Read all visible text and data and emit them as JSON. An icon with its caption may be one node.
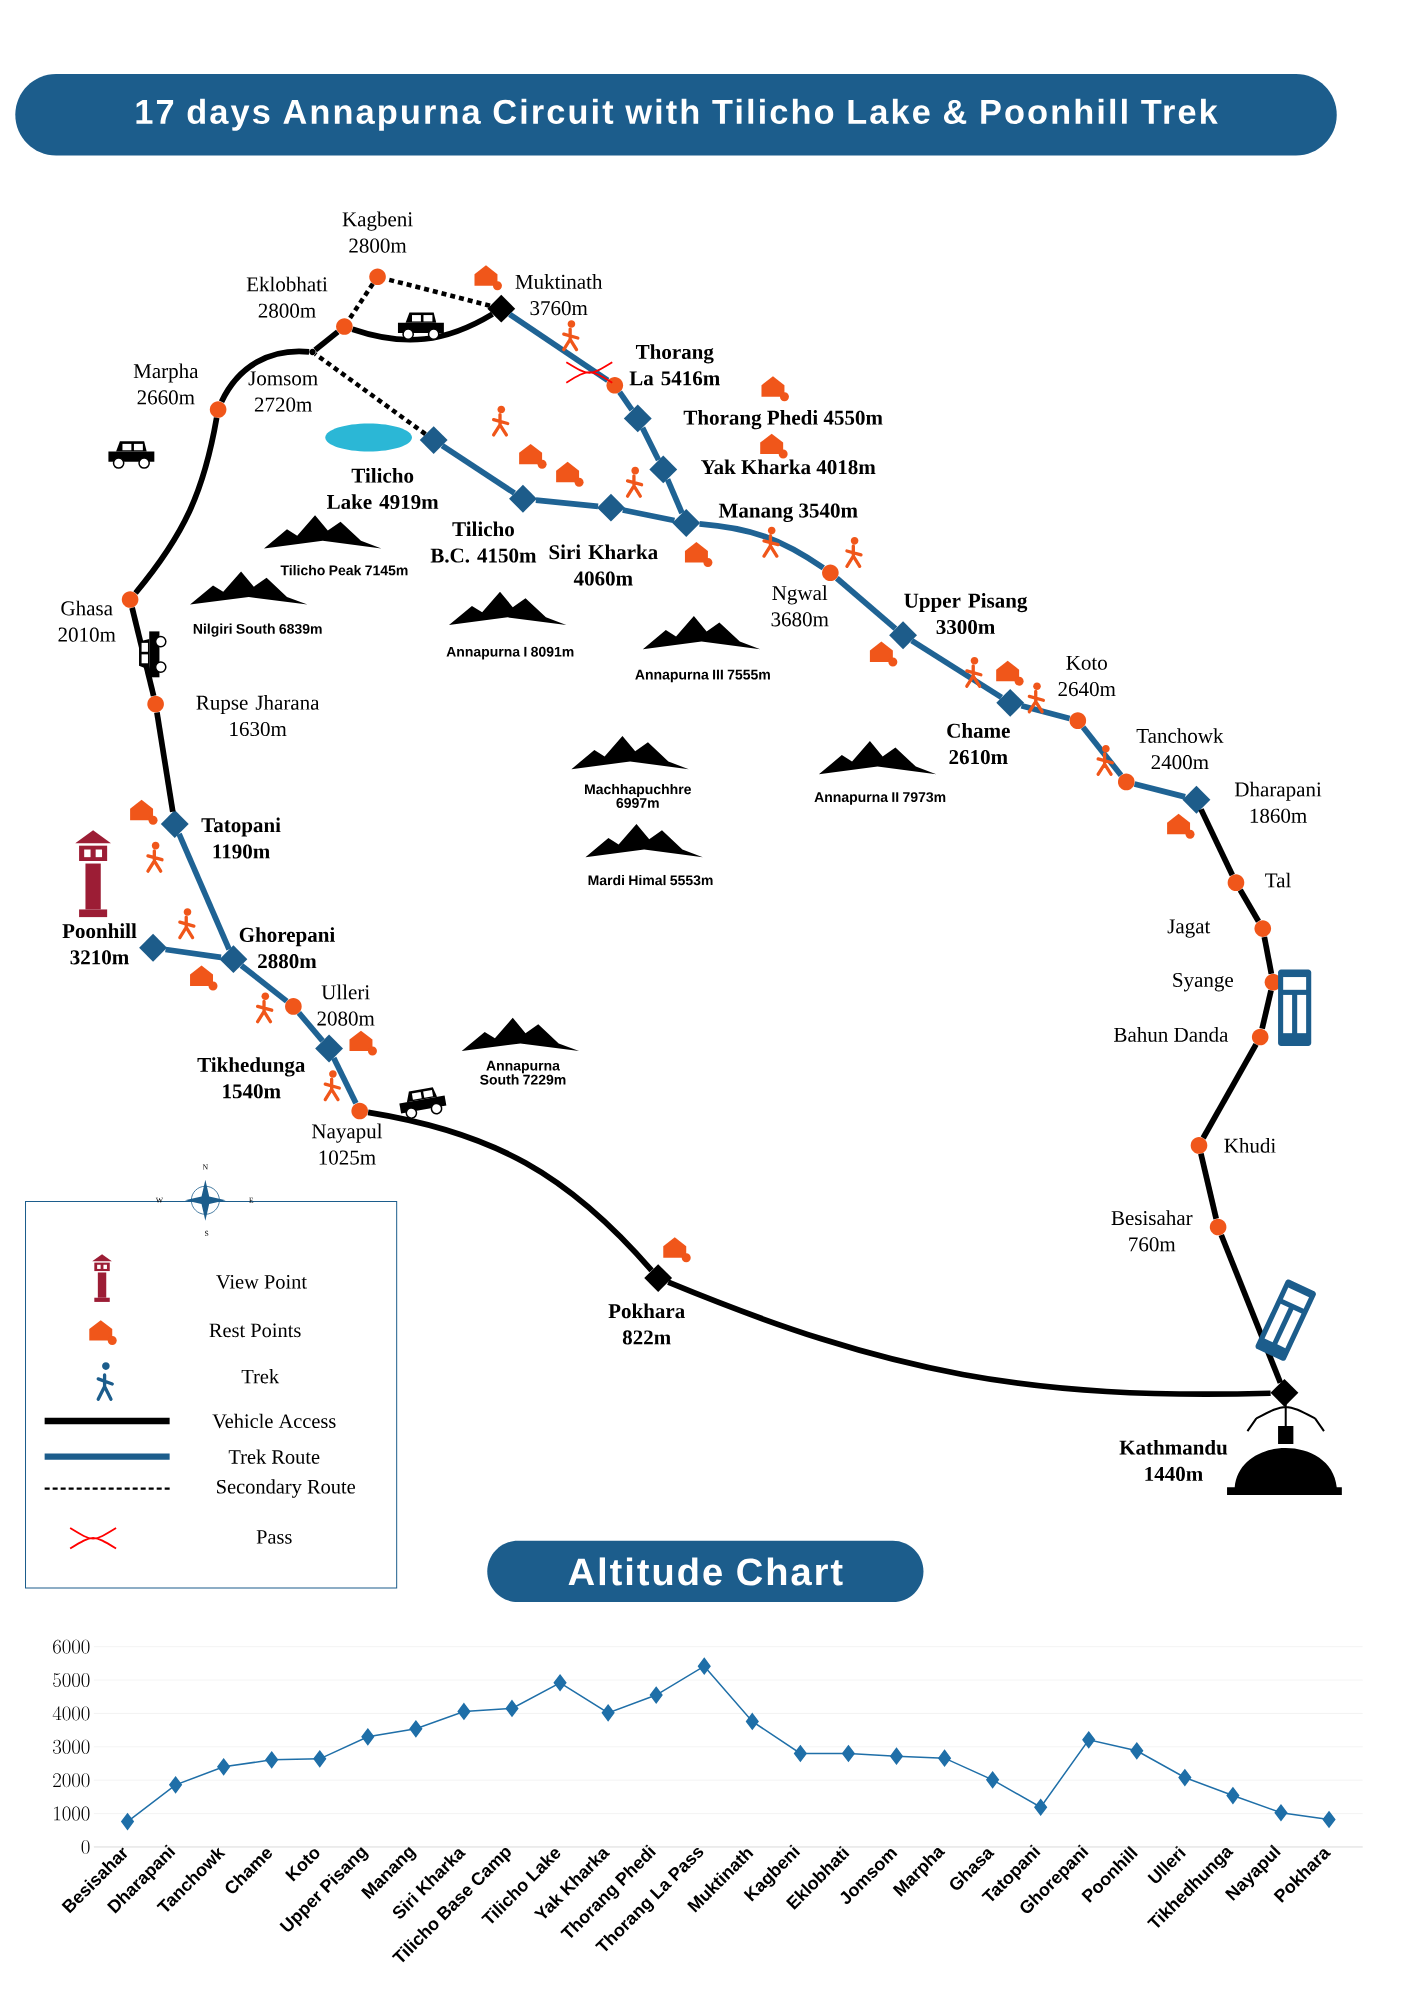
{
  "diagram": {
    "title": "17 days Annapurna Circuit with Tilicho Lake & Poonhill Trek",
    "nodes": [
      {
        "text": [],
        "shape": "diamond",
        "beside": [
          "Kathmandu 1440m"
        ]
      },
      {
        "text": [],
        "shape": "circle",
        "beside": [
          "Besisahar 760m"
        ]
      },
      {
        "text": [],
        "shape": "circle",
        "beside": [
          "Khudi"
        ]
      },
      {
        "text": [],
        "shape": "circle",
        "beside": [
          "Bahun Danda"
        ]
      },
      {
        "text": [],
        "shape": "circle",
        "beside": [
          "Syange"
        ]
      },
      {
        "text": [],
        "shape": "circle",
        "beside": [
          "Jagat"
        ]
      },
      {
        "text": [],
        "shape": "circle",
        "beside": [
          "Tal"
        ]
      },
      {
        "text": [],
        "shape": "diamond",
        "beside": [
          "Dharapani 1860m"
        ]
      },
      {
        "text": [],
        "shape": "circle",
        "beside": [
          "Tanchowk 2400m"
        ]
      },
      {
        "text": [],
        "shape": "circle",
        "beside": [
          "Koto 2640m"
        ]
      },
      {
        "text": [],
        "shape": "diamond",
        "beside": [
          "Chame 2610m"
        ]
      },
      {
        "text": [],
        "shape": "diamond",
        "beside": [
          "Upper Pisang 3300m"
        ]
      },
      {
        "text": [],
        "shape": "circle",
        "beside": [
          "Ngwal 3680m"
        ]
      },
      {
        "text": [],
        "shape": "diamond",
        "beside": [
          "Manang 3540m"
        ]
      },
      {
        "text": [],
        "shape": "diamond",
        "beside": [
          "Siri Kharka 4060m"
        ]
      },
      {
        "text": [],
        "shape": "diamond",
        "beside": [
          "Tilicho B.C. 4150m"
        ]
      },
      {
        "text": [],
        "shape": "diamond",
        "beside": [
          "Tilicho Lake 4919m"
        ]
      },
      {
        "text": [],
        "shape": "diamond",
        "beside": [
          "Yak Kharka 4018m"
        ]
      },
      {
        "text": [],
        "shape": "diamond",
        "beside": [
          "Thorang Phedi 4550m"
        ]
      },
      {
        "text": [],
        "shape": "circle",
        "beside": [
          "Thorang La 5416m"
        ]
      },
      {
        "text": [],
        "shape": "diamond",
        "beside": [
          "Muktinath 3760m"
        ]
      },
      {
        "text": [],
        "shape": "circle",
        "beside": [
          "Kagbeni 2800m"
        ]
      },
      {
        "text": [],
        "shape": "circle",
        "beside": [
          "Eklobhati 2800m"
        ]
      },
      {
        "text": [],
        "shape": "dot",
        "beside": [
          "Jomsom 2720m"
        ]
      },
      {
        "text": [],
        "shape": "circle",
        "beside": [
          "Marpha 2660m"
        ]
      },
      {
        "text": [],
        "shape": "circle",
        "beside": [
          "Ghasa 2010m"
        ]
      },
      {
        "text": [],
        "shape": "circle",
        "beside": [
          "Rupse Jharana 1630m"
        ]
      },
      {
        "text": [],
        "shape": "diamond",
        "beside": [
          "Tatopani 1190m"
        ]
      },
      {
        "text": [],
        "shape": "diamond",
        "beside": [
          "Ghorepani 2880m"
        ]
      },
      {
        "text": [],
        "shape": "diamond",
        "beside": [
          "Poonhill 3210m"
        ]
      },
      {
        "text": [],
        "shape": "circle",
        "beside": [
          "Ulleri 2080m"
        ]
      },
      {
        "text": [],
        "shape": "diamond",
        "beside": [
          "Tikhedunga 1540m"
        ]
      },
      {
        "text": [],
        "shape": "circle",
        "beside": [
          "Nayapul 1025m"
        ]
      },
      {
        "text": [],
        "shape": "diamond",
        "beside": [
          "Pokhara 822m"
        ]
      }
    ],
    "edges": [
      {
        "from": 0,
        "to": 1,
        "arrow": "none"
      },
      {
        "from": 1,
        "to": 2,
        "arrow": "none"
      },
      {
        "from": 2,
        "to": 3,
        "arrow": "none"
      },
      {
        "from": 3,
        "to": 4,
        "arrow": "none"
      },
      {
        "from": 4,
        "to": 5,
        "arrow": "none"
      },
      {
        "from": 5,
        "to": 6,
        "arrow": "none"
      },
      {
        "from": 6,
        "to": 7,
        "arrow": "none"
      },
      {
        "from": 7,
        "to": 8,
        "arrow": "none",
        "color": "#1f6394"
      },
      {
        "from": 8,
        "to": 9,
        "arrow": "none",
        "color": "#1f6394"
      },
      {
        "from": 9,
        "to": 10,
        "arrow": "none",
        "color": "#1f6394"
      },
      {
        "from": 10,
        "to": 11,
        "arrow": "none",
        "color": "#1f6394"
      },
      {
        "from": 11,
        "to": 12,
        "arrow": "none",
        "color": "#1f6394"
      },
      {
        "from": 12,
        "to": 13,
        "arrow": "none",
        "color": "#1f6394"
      },
      {
        "from": 13,
        "to": 14,
        "arrow": "none",
        "color": "#1f6394"
      },
      {
        "from": 14,
        "to": 15,
        "arrow": "none",
        "color": "#1f6394"
      },
      {
        "from": 15,
        "to": 16,
        "arrow": "none",
        "color": "#1f6394"
      },
      {
        "from": 16,
        "to": 23,
        "arrow": "none",
        "style": "dashed"
      },
      {
        "from": 13,
        "to": 17,
        "arrow": "none",
        "color": "#1f6394"
      },
      {
        "from": 17,
        "to": 18,
        "arrow": "none",
        "color": "#1f6394"
      },
      {
        "from": 18,
        "to": 19,
        "arrow": "none",
        "color": "#1f6394"
      },
      {
        "from": 19,
        "to": 20,
        "arrow": "none",
        "color": "#1f6394"
      },
      {
        "from": 20,
        "to": 21,
        "arrow": "none",
        "style": "dashed"
      },
      {
        "from": 21,
        "to": 22,
        "arrow": "none",
        "style": "dashed"
      },
      {
        "from": 20,
        "to": 22,
        "arrow": "none"
      },
      {
        "from": 22,
        "to": 23,
        "arrow": "none"
      },
      {
        "from": 23,
        "to": 24,
        "arrow": "none"
      },
      {
        "from": 24,
        "to": 25,
        "arrow": "none"
      },
      {
        "from": 25,
        "to": 26,
        "arrow": "none"
      },
      {
        "from": 26,
        "to": 27,
        "arrow": "none"
      },
      {
        "from": 27,
        "to": 28,
        "arrow": "none",
        "color": "#1f6394"
      },
      {
        "from": 28,
        "to": 29,
        "arrow": "none",
        "color": "#1f6394"
      },
      {
        "from": 28,
        "to": 30,
        "arrow": "none",
        "color": "#1f6394"
      },
      {
        "from": 30,
        "to": 31,
        "arrow": "none",
        "color": "#1f6394"
      },
      {
        "from": 31,
        "to": 32,
        "arrow": "none",
        "color": "#1f6394"
      },
      {
        "from": 32,
        "to": 33,
        "arrow": "none"
      },
      {
        "from": 33,
        "to": 0,
        "arrow": "none"
      }
    ],
    "labels": [
      "Tilicho Peak 7145m",
      "Nilgiri South 6839m",
      "Annapurna I 8091m",
      "Annapurna III 7555m",
      "Machhapuchhre 6997m",
      "Annapurna II 7973m",
      "Mardi Himal 5553m",
      "Annapurna South 7229m",
      "N",
      "W",
      "E",
      "S"
    ],
    "legend": [
      {
        "text": "View Point"
      },
      {
        "text": "Rest Points"
      },
      {
        "text": "Trek"
      },
      {
        "text": "Vehicle Access"
      },
      {
        "text": "Trek Route"
      },
      {
        "text": "Secondary Route"
      },
      {
        "text": "Pass"
      }
    ],
    "chart_data": {
      "type": "line",
      "title": "Altitude Chart",
      "categories": [
        "Besisahar",
        "Dharapani",
        "Tanchowk",
        "Chame",
        "Koto",
        "Upper Pisang",
        "Manang",
        "Siri Kharka",
        "Tilicho Base Camp",
        "Tilicho Lake",
        "Yak Kharka",
        "Thorang Phedi",
        "Thorang La Pass",
        "Muktinath",
        "Kagbeni",
        "Eklobhati",
        "Jomsom",
        "Marpha",
        "Ghasa",
        "Tatopani",
        "Ghorepani",
        "Poonhill",
        "Ulleri",
        "Tikhedhunga",
        "Nayapul",
        "Pokhara"
      ],
      "series": [
        {
          "color": "#1f6fa8",
          "marker": "diamond",
          "values": [
            760,
            1860,
            2400,
            2610,
            2640,
            3300,
            3540,
            4060,
            4150,
            4919,
            4018,
            4550,
            5416,
            3760,
            2800,
            2800,
            2720,
            2660,
            2010,
            1190,
            3210,
            2880,
            2080,
            1540,
            1025,
            822
          ]
        }
      ],
      "grid": true,
      "ylim": [
        0,
        6000
      ],
      "yticks": [
        0,
        1000,
        2000,
        3000,
        4000,
        5000,
        6000
      ]
    }
  }
}
